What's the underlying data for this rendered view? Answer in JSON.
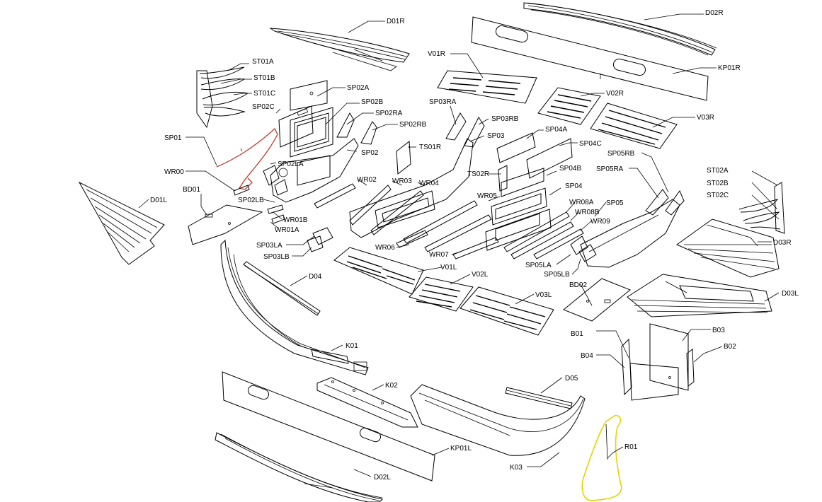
{
  "accent_colors": {
    "highlight_red": "#c0392b",
    "highlight_yellow": "#e6d300"
  },
  "labels": {
    "D01R": "D01R",
    "D02R": "D02R",
    "KP01R": "KP01R",
    "V01R": "V01R",
    "V02R": "V02R",
    "V03R": "V03R",
    "ST01A": "ST01A",
    "ST01B": "ST01B",
    "ST01C": "ST01C",
    "SP02C": "SP02C",
    "SP02A": "SP02A",
    "SP02B": "SP02B",
    "SP02RA": "SP02RA",
    "SP02RB": "SP02RB",
    "SP03RA": "SP03RA",
    "SP03RB": "SP03RB",
    "SP03": "SP03",
    "SP04A": "SP04A",
    "SP04C": "SP04C",
    "SP05RB": "SP05RB",
    "SP05RA": "SP05RA",
    "SP01": "SP01",
    "SP02": "SP02",
    "TS01R": "TS01R",
    "SP02LA": "SP02LA",
    "WR00": "WR00",
    "WR02": "WR02",
    "WR03": "WR03",
    "WR04": "WR04",
    "TS02R": "TS02R",
    "SP04B": "SP04B",
    "SP04": "SP04",
    "ST02A": "ST02A",
    "ST02B": "ST02B",
    "ST02C": "ST02C",
    "BD01": "BD01",
    "D01L": "D01L",
    "SP02LB": "SP02LB",
    "WR01B": "WR01B",
    "WR01A": "WR01A",
    "WR05": "WR05",
    "WR08A": "WR08A",
    "WR08B": "WR08B",
    "SP05": "SP05",
    "WR09": "WR09",
    "D03R": "D03R",
    "SP03LA": "SP03LA",
    "SP03LB": "SP03LB",
    "WR06": "WR06",
    "WR07": "WR07",
    "SP05LA": "SP05LA",
    "SP05LB": "SP05LB",
    "V01L": "V01L",
    "V02L": "V02L",
    "D04": "D04",
    "BD02": "BD02",
    "D03L": "D03L",
    "V03L": "V03L",
    "K01": "K01",
    "B01": "B01",
    "B03": "B03",
    "B04": "B04",
    "B02": "B02",
    "K02": "K02",
    "D05": "D05",
    "R01": "R01",
    "KP01L": "KP01L",
    "K03": "K03",
    "D02L": "D02L"
  }
}
